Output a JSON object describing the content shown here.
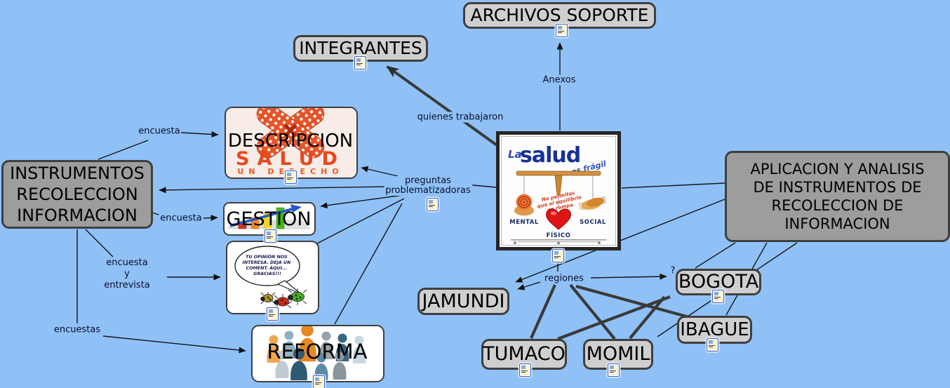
{
  "colors": {
    "canvas": "#8fc1f7",
    "node_light": "#cfcfcf",
    "node_dark": "#9d9d9d",
    "line_thick": "#3a3a3a",
    "salud_orange": "#e65428",
    "heart_red": "#e01414",
    "title_blue": "#1e3ca8"
  },
  "nodes": {
    "archivos": {
      "label": "ARCHIVOS SOPORTE"
    },
    "integrantes": {
      "label": "INTEGRANTES"
    },
    "instrumentos": {
      "label": "INSTRUMENTOS\nRECOLECCION\nINFORMACION"
    },
    "aplicacion": {
      "label": "APLICACION Y ANALISIS\nDE INSTRUMENTOS DE\nRECOLECCION DE\nINFORMACION"
    },
    "descripcion": {
      "label": "DESCRIPCION",
      "salud": "SALUD",
      "derecho": "UN DERECHO"
    },
    "gestion": {
      "label": "GESTION"
    },
    "opinion": {
      "line1": "TU OPINIÓN NOS",
      "line2": "INTERESA. DEJA UN",
      "line3": "COMENT. AQUI...",
      "line4": "GRACIAS!!!"
    },
    "reforma": {
      "label": "REFORMA"
    },
    "jamundi": {
      "label": "JAMUNDI"
    },
    "tumaco": {
      "label": "TUMACO"
    },
    "momil": {
      "label": "MOMIL"
    },
    "bogota": {
      "label": "BOGOTA"
    },
    "ibague": {
      "label": "IBAGUE"
    }
  },
  "poster": {
    "la": "La",
    "salud": "salud",
    "fragil": "es frágil",
    "slogan1": "No permitas",
    "slogan2": "que el equilibrio",
    "slogan3": "se rompa",
    "mental": "MENTAL",
    "social": "SOCIAL",
    "fisico": "FÍSICO"
  },
  "links": {
    "anexos": "Anexos",
    "quienes": "quienes trabajaron",
    "preguntas1": "preguntas",
    "preguntas2": "problematizadoras",
    "encuesta_a": "encuesta",
    "encuesta_b": "encuesta",
    "ee1": "encuesta",
    "ee2": "y",
    "ee3": "entrevista",
    "encuestas": "encuestas",
    "regiones": "regiones",
    "qmark": "?"
  },
  "icons": {
    "resource": "document-image-resource-icon"
  }
}
